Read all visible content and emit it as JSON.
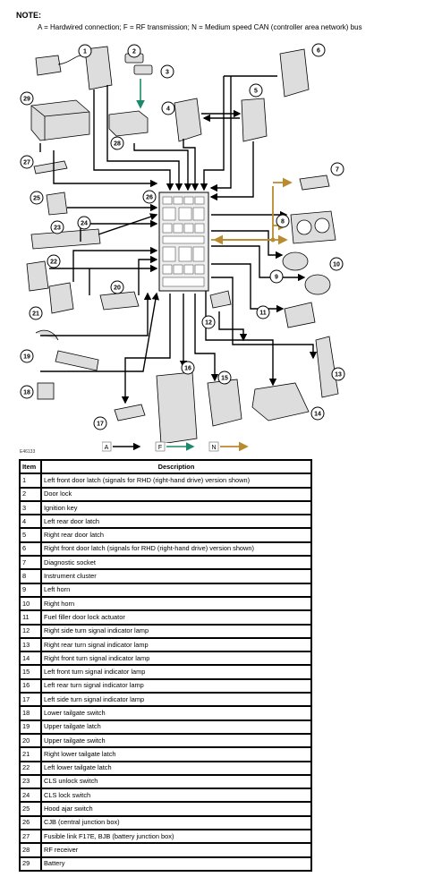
{
  "note": {
    "title": "NOTE:",
    "text": "A = Hardwired connection; F = RF transmission; N = Medium speed CAN (controller area network) bus"
  },
  "figure_id": "E46133",
  "legend": [
    {
      "key": "A",
      "type": "hardwired",
      "color": "#000000"
    },
    {
      "key": "F",
      "type": "rf",
      "color": "#1a8a6a"
    },
    {
      "key": "N",
      "type": "can",
      "color": "#b98a2e"
    }
  ],
  "callouts": [
    "1",
    "2",
    "3",
    "4",
    "5",
    "6",
    "7",
    "8",
    "9",
    "10",
    "11",
    "12",
    "13",
    "14",
    "15",
    "16",
    "17",
    "18",
    "19",
    "20",
    "21",
    "22",
    "23",
    "24",
    "25",
    "26",
    "27",
    "28",
    "29"
  ],
  "table": {
    "headers": [
      "Item",
      "Description"
    ],
    "rows": [
      [
        "1",
        "Left front door latch (signals for RHD (right-hand drive) version shown)"
      ],
      [
        "2",
        "Door lock"
      ],
      [
        "3",
        "Ignition key"
      ],
      [
        "4",
        "Left rear door latch"
      ],
      [
        "5",
        "Right rear door latch"
      ],
      [
        "6",
        "Right front door latch (signals for RHD (right-hand drive) version shown)"
      ],
      [
        "7",
        "Diagnostic socket"
      ],
      [
        "8",
        "Instrument cluster"
      ],
      [
        "9",
        "Left horn"
      ],
      [
        "10",
        "Right horn"
      ],
      [
        "11",
        "Fuel filler door lock actuator"
      ],
      [
        "12",
        "Right side turn signal indicator lamp"
      ],
      [
        "13",
        "Right rear turn signal indicator lamp"
      ],
      [
        "14",
        "Right front turn signal indicator lamp"
      ],
      [
        "15",
        "Left front turn signal indicator lamp"
      ],
      [
        "16",
        "Left rear turn signal indicator lamp"
      ],
      [
        "17",
        "Left side turn signal indicator lamp"
      ],
      [
        "18",
        "Lower tailgate switch"
      ],
      [
        "19",
        "Upper tailgate latch"
      ],
      [
        "20",
        "Upper tailgate switch"
      ],
      [
        "21",
        "Right lower tailgate latch"
      ],
      [
        "22",
        "Left lower tailgate latch"
      ],
      [
        "23",
        "CLS unlock switch"
      ],
      [
        "24",
        "CLS lock switch"
      ],
      [
        "25",
        "Hood ajar switch"
      ],
      [
        "26",
        "CJB (central junction box)"
      ],
      [
        "27",
        "Fusible link F17E, BJB (battery junction box)"
      ],
      [
        "28",
        "RF receiver"
      ],
      [
        "29",
        "Battery"
      ]
    ]
  }
}
